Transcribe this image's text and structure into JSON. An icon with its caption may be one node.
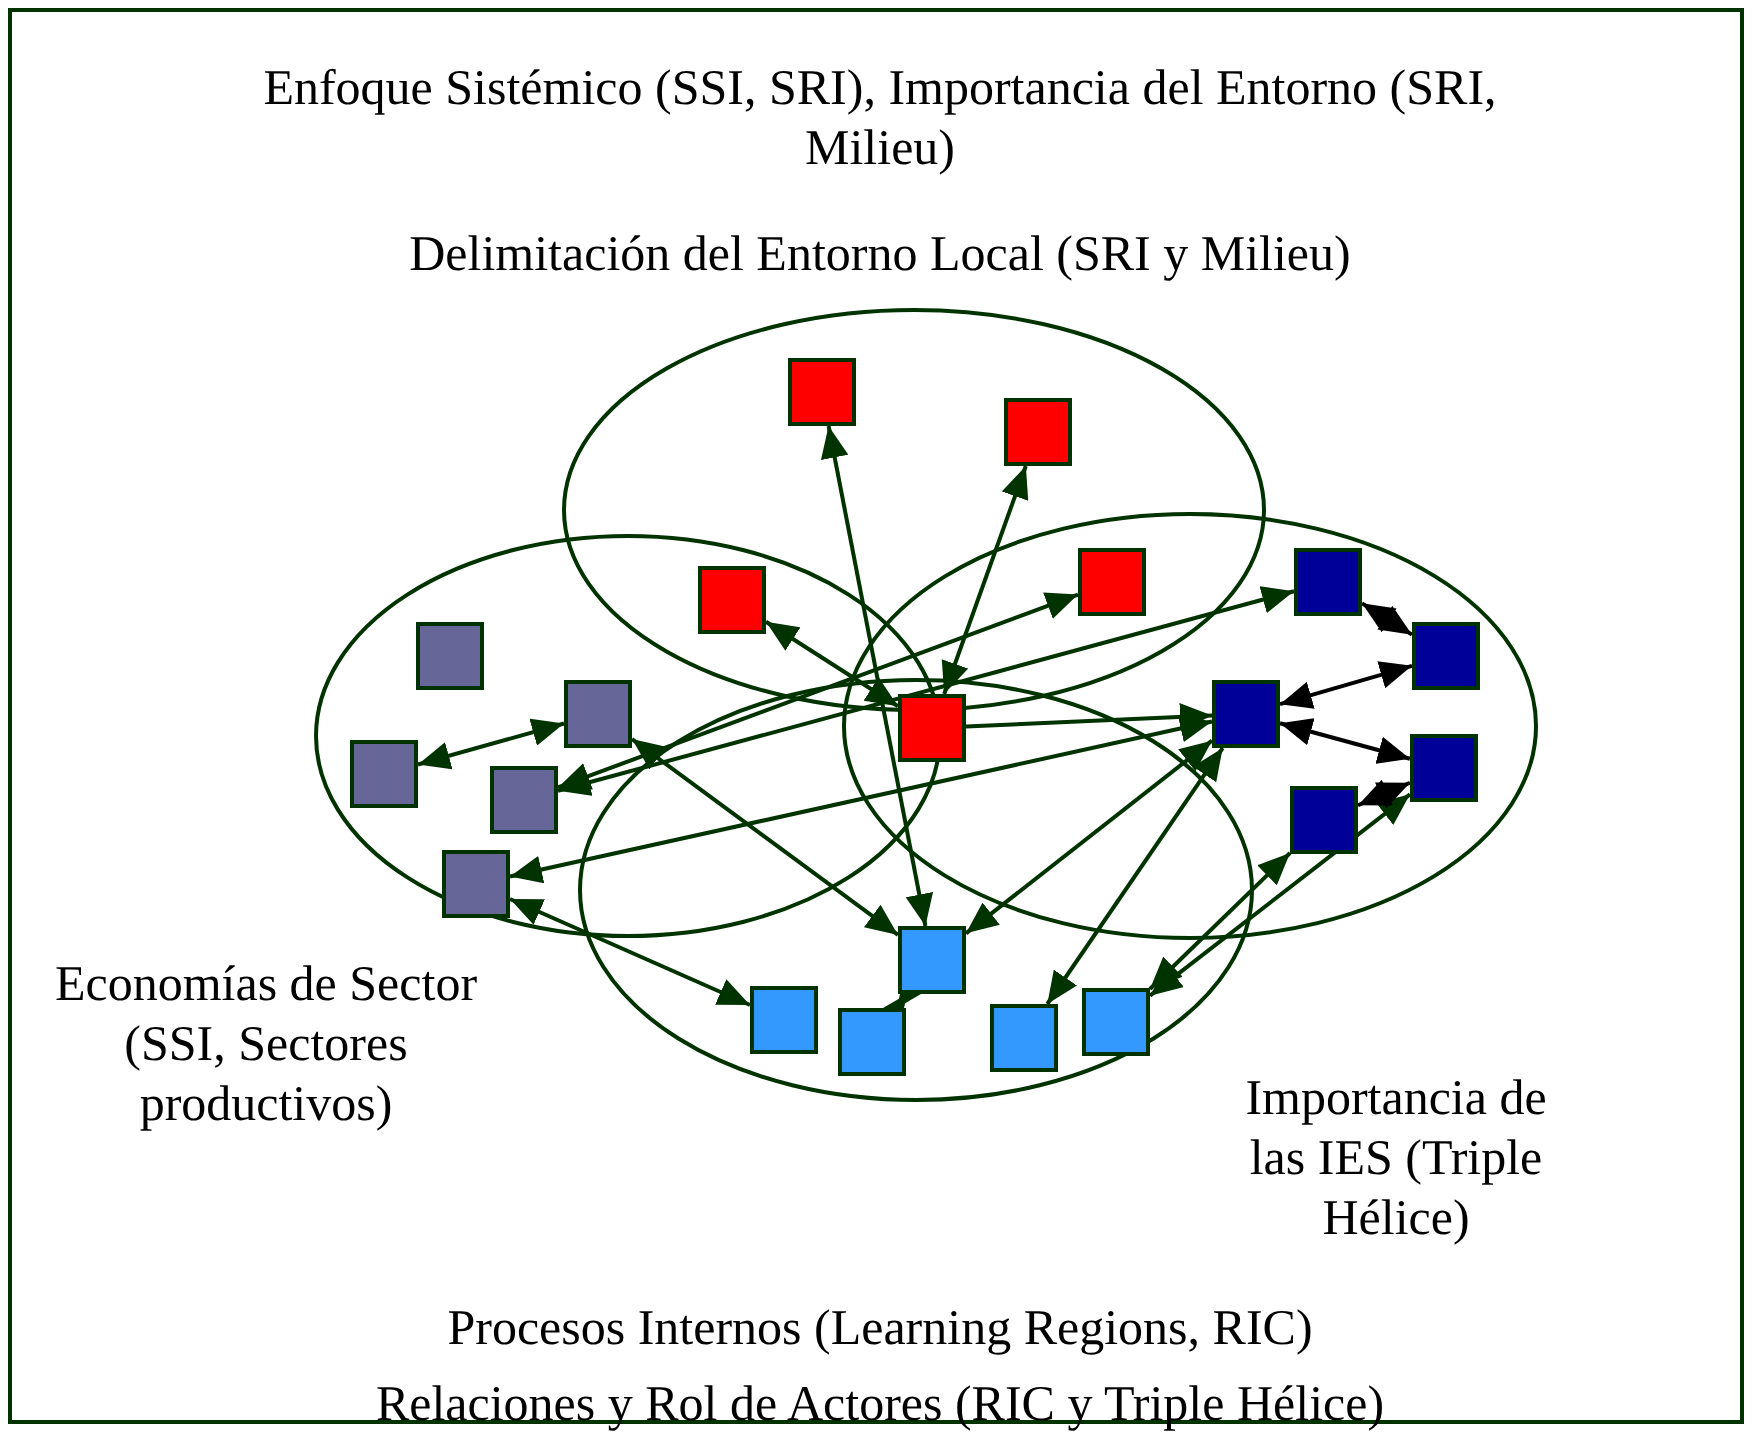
{
  "diagram": {
    "nodes": [
      {
        "text": [],
        "shape": "box"
      },
      {
        "text": [],
        "shape": "box"
      },
      {
        "text": [],
        "shape": "box"
      },
      {
        "text": [],
        "shape": "box"
      },
      {
        "text": [],
        "shape": "box"
      },
      {
        "text": [],
        "shape": "box"
      },
      {
        "text": [],
        "shape": "box"
      },
      {
        "text": [],
        "shape": "box"
      },
      {
        "text": [],
        "shape": "box"
      },
      {
        "text": [],
        "shape": "box"
      },
      {
        "text": [],
        "shape": "box"
      },
      {
        "text": [],
        "shape": "box"
      },
      {
        "text": [],
        "shape": "box"
      },
      {
        "text": [],
        "shape": "box"
      },
      {
        "text": [],
        "shape": "box"
      },
      {
        "text": [],
        "shape": "box"
      },
      {
        "text": [],
        "shape": "box"
      },
      {
        "text": [],
        "shape": "box"
      },
      {
        "text": [],
        "shape": "box"
      },
      {
        "text": [],
        "shape": "box"
      }
    ],
    "edges": [
      {
        "from": 4,
        "to": 9,
        "arrow": "both"
      },
      {
        "from": 0,
        "to": 15,
        "arrow": "both"
      },
      {
        "from": 1,
        "to": 9,
        "arrow": "both"
      },
      {
        "from": 7,
        "to": 11,
        "arrow": "both"
      },
      {
        "from": 7,
        "to": 15,
        "arrow": "both"
      },
      {
        "from": 9,
        "to": 8,
        "arrow": "to"
      },
      {
        "from": 12,
        "to": 2,
        "arrow": "both"
      },
      {
        "from": 12,
        "to": 3,
        "arrow": "both"
      },
      {
        "from": 14,
        "to": 8,
        "arrow": "both"
      },
      {
        "from": 14,
        "to": 16,
        "arrow": "both"
      },
      {
        "from": 19,
        "to": 15,
        "arrow": "both"
      },
      {
        "from": 8,
        "to": 15,
        "arrow": "both"
      },
      {
        "from": 8,
        "to": 18,
        "arrow": "both"
      },
      {
        "from": 13,
        "to": 17,
        "arrow": "both"
      },
      {
        "from": 10,
        "to": 17,
        "arrow": "both"
      },
      {
        "from": 3,
        "to": 6,
        "arrow": "both",
        "color": "#000000"
      },
      {
        "from": 8,
        "to": 6,
        "arrow": "both",
        "color": "#000000"
      },
      {
        "from": 8,
        "to": 10,
        "arrow": "both",
        "color": "#000000"
      },
      {
        "from": 13,
        "to": 10,
        "arrow": "both",
        "color": "#000000"
      }
    ],
    "labels": [
      "Enfoque Sistémico (SSI, SRI), Importancia del Entorno (SRI, Milieu)",
      "Delimitación del Entorno Local (SRI y Milieu)",
      "Economías de Sector (SSI, Sectores productivos)",
      "Importancia de las IES (Triple Hélice)",
      "Procesos Internos (Learning Regions, RIC)",
      "Relaciones y Rol de Actores (RIC y Triple Hélice)"
    ]
  }
}
